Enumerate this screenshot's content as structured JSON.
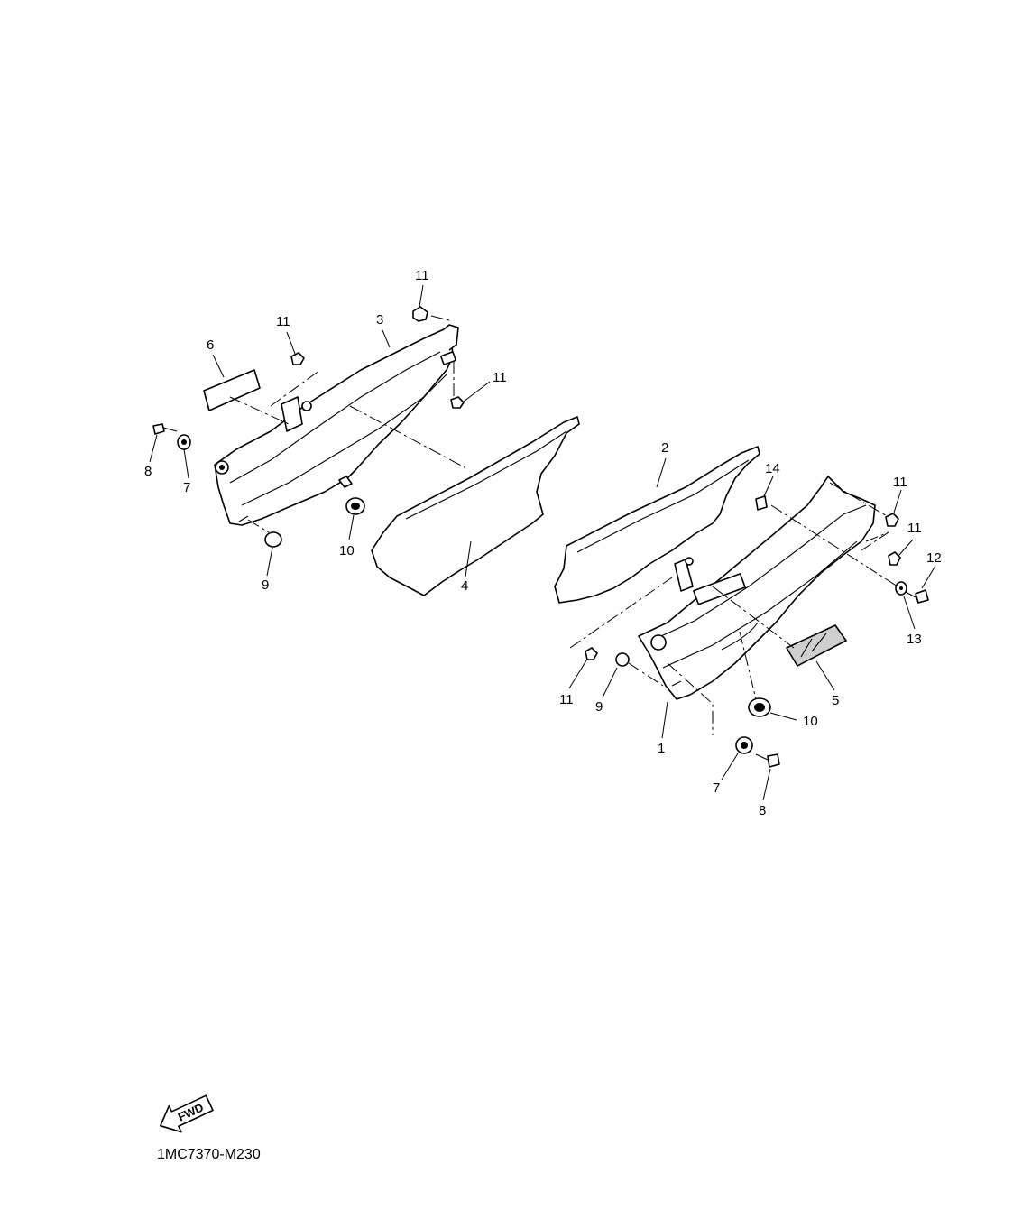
{
  "diagram_code": "1MC7370-M230",
  "fwd_label": "FWD",
  "callouts": {
    "left_11_top": "11",
    "left_11_mid": "11",
    "left_11_right": "11",
    "left_3": "3",
    "left_6": "6",
    "left_8": "8",
    "left_7": "7",
    "left_9": "9",
    "left_10": "10",
    "left_4": "4",
    "right_2": "2",
    "right_14": "14",
    "right_11_top": "11",
    "right_11_mid": "11",
    "right_12": "12",
    "right_13": "13",
    "right_5": "5",
    "right_10": "10",
    "right_11_bottom": "11",
    "right_9": "9",
    "right_1": "1",
    "right_7": "7",
    "right_8": "8"
  }
}
